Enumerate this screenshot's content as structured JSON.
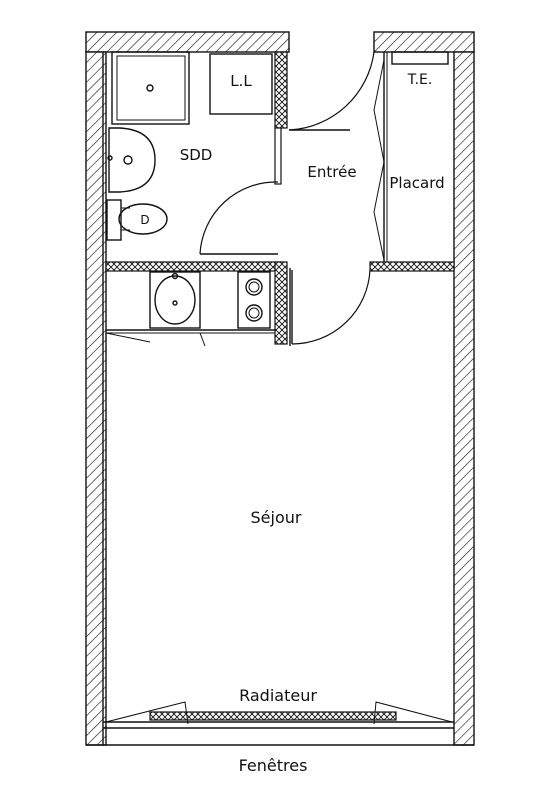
{
  "labels": {
    "laundry": "L.L",
    "meter": "T.E.",
    "bathroom": "SDD",
    "entrance": "Entrée",
    "closet": "Placard",
    "toilet_mark": "D",
    "living": "Séjour",
    "radiator": "Radiateur",
    "windows": "Fenêtres"
  }
}
